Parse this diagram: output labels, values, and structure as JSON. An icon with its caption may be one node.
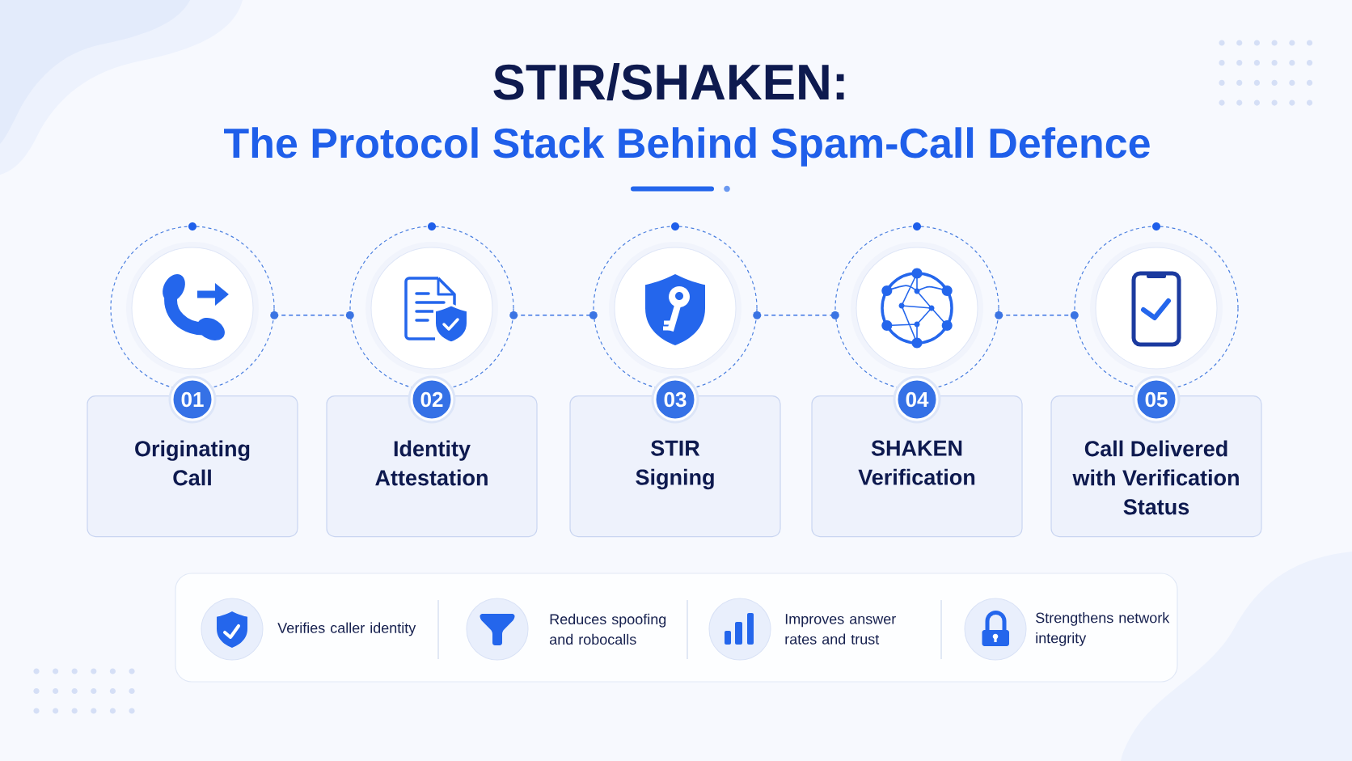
{
  "diagram": {
    "title": "STIR/SHAKEN:",
    "nodes": [
      {
        "text": [],
        "shape": "circle"
      },
      {
        "text": [
          "01"
        ]
      },
      {
        "text": [
          "Originating Call"
        ]
      },
      {
        "text": [],
        "shape": "circle"
      },
      {
        "text": [
          "02"
        ]
      },
      {
        "text": [
          "Identity Attestation"
        ]
      },
      {
        "text": [],
        "shape": "circle"
      },
      {
        "text": [
          "03"
        ]
      },
      {
        "text": [
          "STIR Signing"
        ]
      },
      {
        "text": [],
        "shape": "circle"
      },
      {
        "text": [
          "04"
        ]
      },
      {
        "text": [
          "SHAKEN Verification"
        ]
      },
      {
        "text": [],
        "shape": "circle"
      },
      {
        "text": [
          "05"
        ]
      },
      {
        "text": [
          "Call Delivered with Verification Status"
        ]
      },
      {
        "text": [
          "Verifies caller identity",
          "Reduces spoofing and robocalls",
          "Improves answer rates and trust",
          "Strengthens network integrity"
        ]
      }
    ],
    "edges": [
      {
        "from": 0,
        "to": 3,
        "arrow": "other",
        "style": "dashed"
      },
      {
        "from": 3,
        "to": 6,
        "arrow": "other",
        "style": "dashed"
      },
      {
        "from": 6,
        "to": 9,
        "arrow": "other",
        "style": "dashed"
      },
      {
        "from": 9,
        "to": 12,
        "arrow": "other",
        "style": "dashed"
      }
    ],
    "labels": [
      "The Protocol Stack Behind Spam-Call Defence"
    ]
  }
}
